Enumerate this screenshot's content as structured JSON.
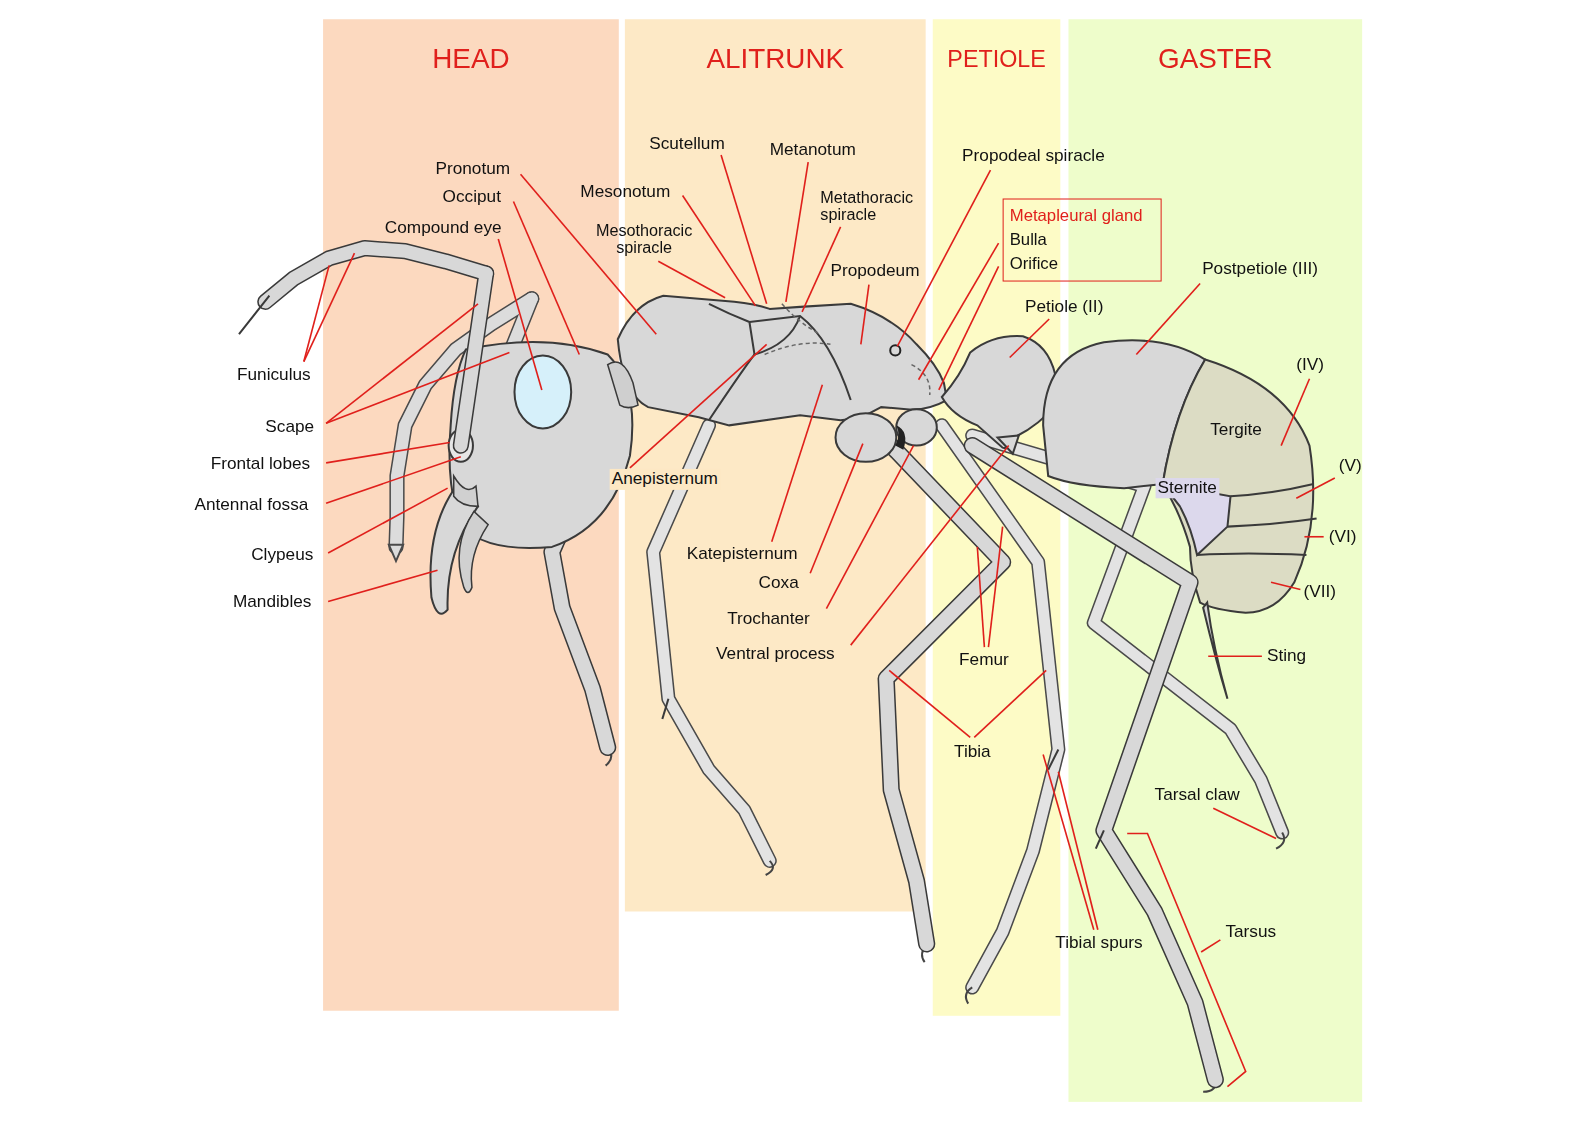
{
  "diagram": {
    "nodes": [
      {
        "text": [
          "HEAD"
        ]
      },
      {
        "text": [
          "ALITRUNK"
        ]
      },
      {
        "text": [
          "PETIOLE"
        ]
      },
      {
        "text": [
          "GASTER"
        ]
      },
      {
        "text": [
          "Metapleural gland",
          "Bulla",
          "Orifice"
        ]
      }
    ],
    "labels": [
      "Pronotum",
      "Occiput",
      "Compound eye",
      "Scutellum",
      "Metanotum",
      "Mesonotum",
      "Mesothoracic spiracle",
      "Metathoracic spiracle",
      "Propodeum",
      "Propodeal spiracle",
      "Postpetiole (III)",
      "Petiole (II)",
      "Funiculus",
      "Scape",
      "Frontal lobes",
      "Antennal fossa",
      "Clypeus",
      "Mandibles",
      "(IV)",
      "Tergite",
      "(V)",
      "Sternite",
      "(VI)",
      "(VII)",
      "Anepisternum",
      "Katepisternum",
      "Coxa",
      "Trochanter",
      "Ventral process",
      "Sting",
      "Femur",
      "Tibia",
      "Tarsal claw",
      "Tibial spurs",
      "Tarsus"
    ]
  }
}
